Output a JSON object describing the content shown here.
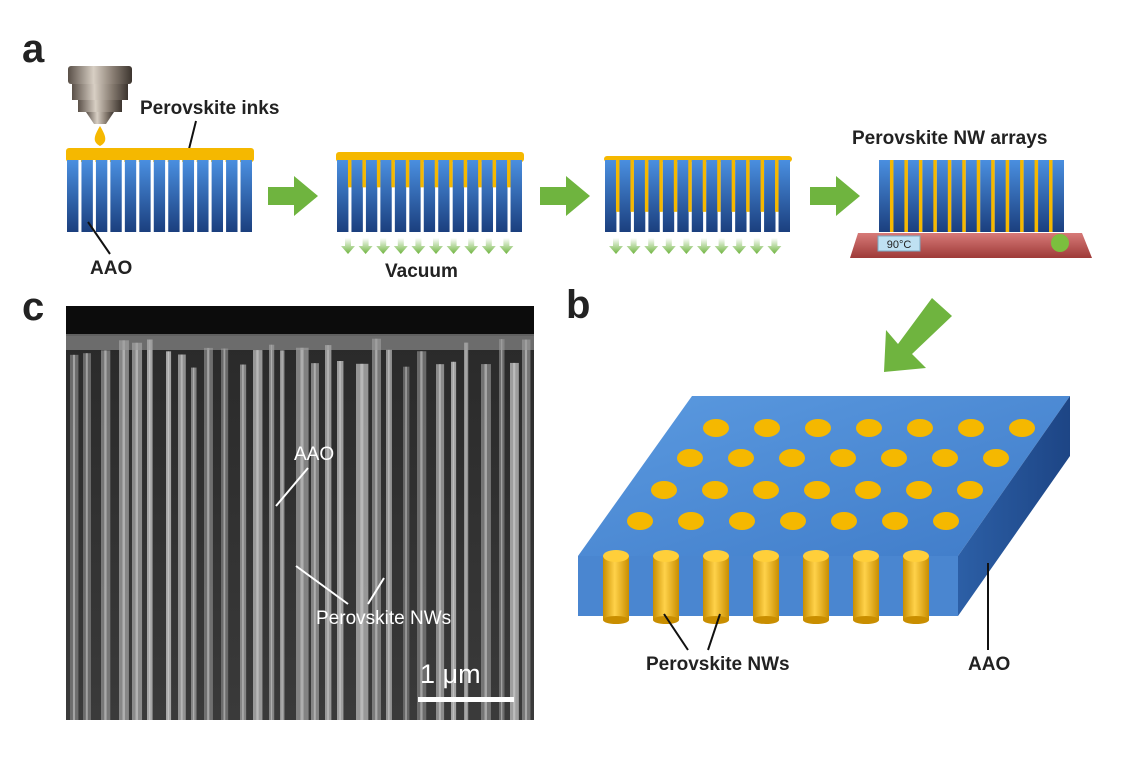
{
  "panel_a": {
    "letter": "a",
    "ink_label": "Perovskite inks",
    "substrate_label": "AAO",
    "vacuum_label": "Vacuum",
    "product_label": "Perovskite NW arrays",
    "temperature": "90°C"
  },
  "panel_b": {
    "letter": "b",
    "nw_label": "Perovskite NWs",
    "aao_label": "AAO"
  },
  "panel_c": {
    "letter": "c",
    "aao_label": "AAO",
    "nw_label": "Perovskite NWs",
    "scale_bar": "1 μm"
  },
  "colors": {
    "perovskite_gold": "#f5b800",
    "aao_blue_top": "#3a7bd5",
    "aao_blue_bottom": "#1a3c78",
    "arrow_green": "#6fb43f",
    "hotplate_red": "#c0504d",
    "block_blue": "#4a86d0"
  },
  "icons": [
    "dispenser-nozzle-icon",
    "ink-drop-icon",
    "process-arrow-icon",
    "vacuum-arrow-icon",
    "hotplate-icon"
  ]
}
